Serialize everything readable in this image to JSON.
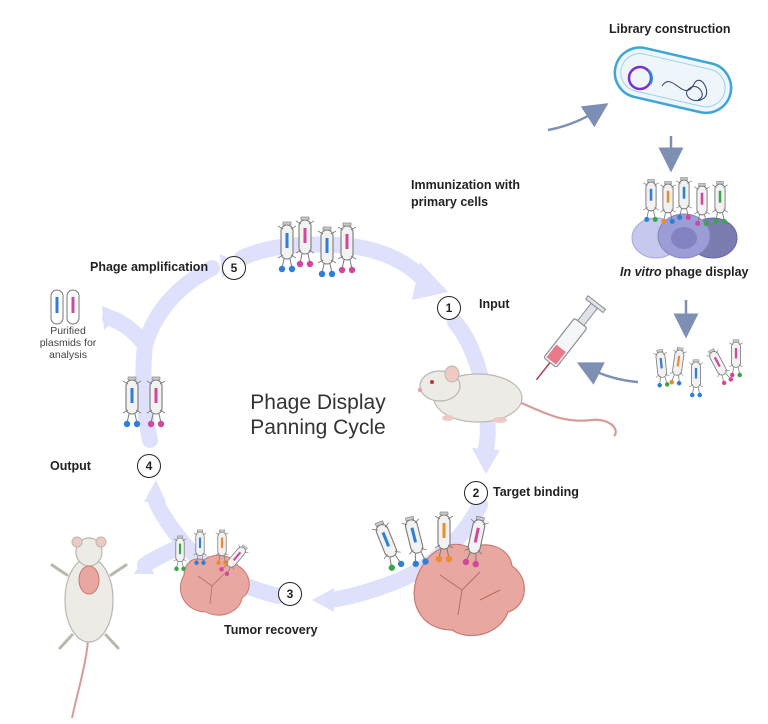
{
  "center": {
    "line1": "Phage Display",
    "line2": "Panning Cycle"
  },
  "labels": {
    "library": "Library construction",
    "immunization_line1": "Immunization with",
    "immunization_line2": "primary cells",
    "invitro_italic": "In vitro",
    "invitro_rest": " phage display",
    "phage_amplification": "Phage amplification",
    "input": "Input",
    "target_binding": "Target binding",
    "tumor_recovery": "Tumor recovery",
    "output": "Output",
    "purified_line1": "Purified",
    "purified_line2": "plasmids for",
    "purified_line3": "analysis"
  },
  "steps": [
    "1",
    "2",
    "3",
    "4",
    "5"
  ],
  "colors": {
    "cycle_arrow": "#dfe0fb",
    "flow_arrow": "#7d8fb3",
    "phage_blue": "#2f7fd6",
    "phage_pink": "#d0479b",
    "phage_green": "#3aa64a",
    "phage_orange": "#f08a2a",
    "tumor": "#e8a7a0",
    "mouse": "#ecebe6"
  },
  "icons": [
    "bacterium-icon",
    "phage-icon",
    "mouse-icon",
    "syringe-icon",
    "tumor-icon",
    "cell-icon",
    "plasmid-icon"
  ]
}
